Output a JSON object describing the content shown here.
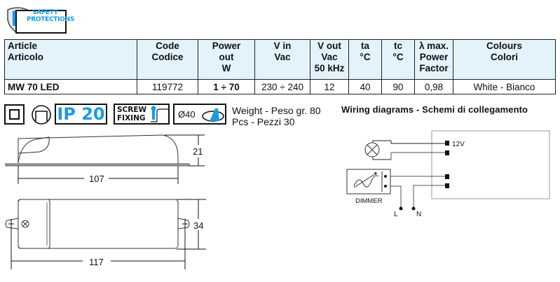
{
  "logo": {
    "line1": "SAFETY",
    "line2": "PROTECTIONS",
    "letter": "P"
  },
  "table": {
    "headers": [
      {
        "l1": "Article",
        "l2": "Articolo",
        "l3": ""
      },
      {
        "l1": "Code",
        "l2": "Codice",
        "l3": ""
      },
      {
        "l1": "Power",
        "l2": "out",
        "l3": "W"
      },
      {
        "l1": "V in",
        "l2": "Vac",
        "l3": ""
      },
      {
        "l1": "V out",
        "l2": "Vac",
        "l3": "50 kHz"
      },
      {
        "l1": "ta",
        "l2": "°C",
        "l3": ""
      },
      {
        "l1": "tc",
        "l2": "°C",
        "l3": ""
      },
      {
        "l1": "λ max.",
        "l2": "Power",
        "l3": "Factor"
      },
      {
        "l1": "Colours",
        "l2": "Colori",
        "l3": ""
      }
    ],
    "row": [
      "MW 70 LED",
      "119772",
      "1 ÷ 70",
      "230 ÷ 240",
      "12",
      "40",
      "90",
      "0,98",
      "White - Bianco"
    ]
  },
  "icons": {
    "ip": "IP 20",
    "screw_l1": "SCREW",
    "screw_l2": "FIXING",
    "diameter": "Ø40"
  },
  "info": {
    "weight": "Weight - Peso gr. 80",
    "pcs": "Pcs - Pezzi 30"
  },
  "wiring": {
    "title": "Wiring diagrams - Schemi di collegamento",
    "v12": "12V",
    "dimmer": "DIMMER",
    "l": "L",
    "n": "N"
  },
  "dimensions": {
    "height_side": "21",
    "length_side": "107",
    "width_top": "34",
    "length_top": "117"
  },
  "colors": {
    "accent": "#1a9be0",
    "header_bg": "#e3f3fb"
  }
}
